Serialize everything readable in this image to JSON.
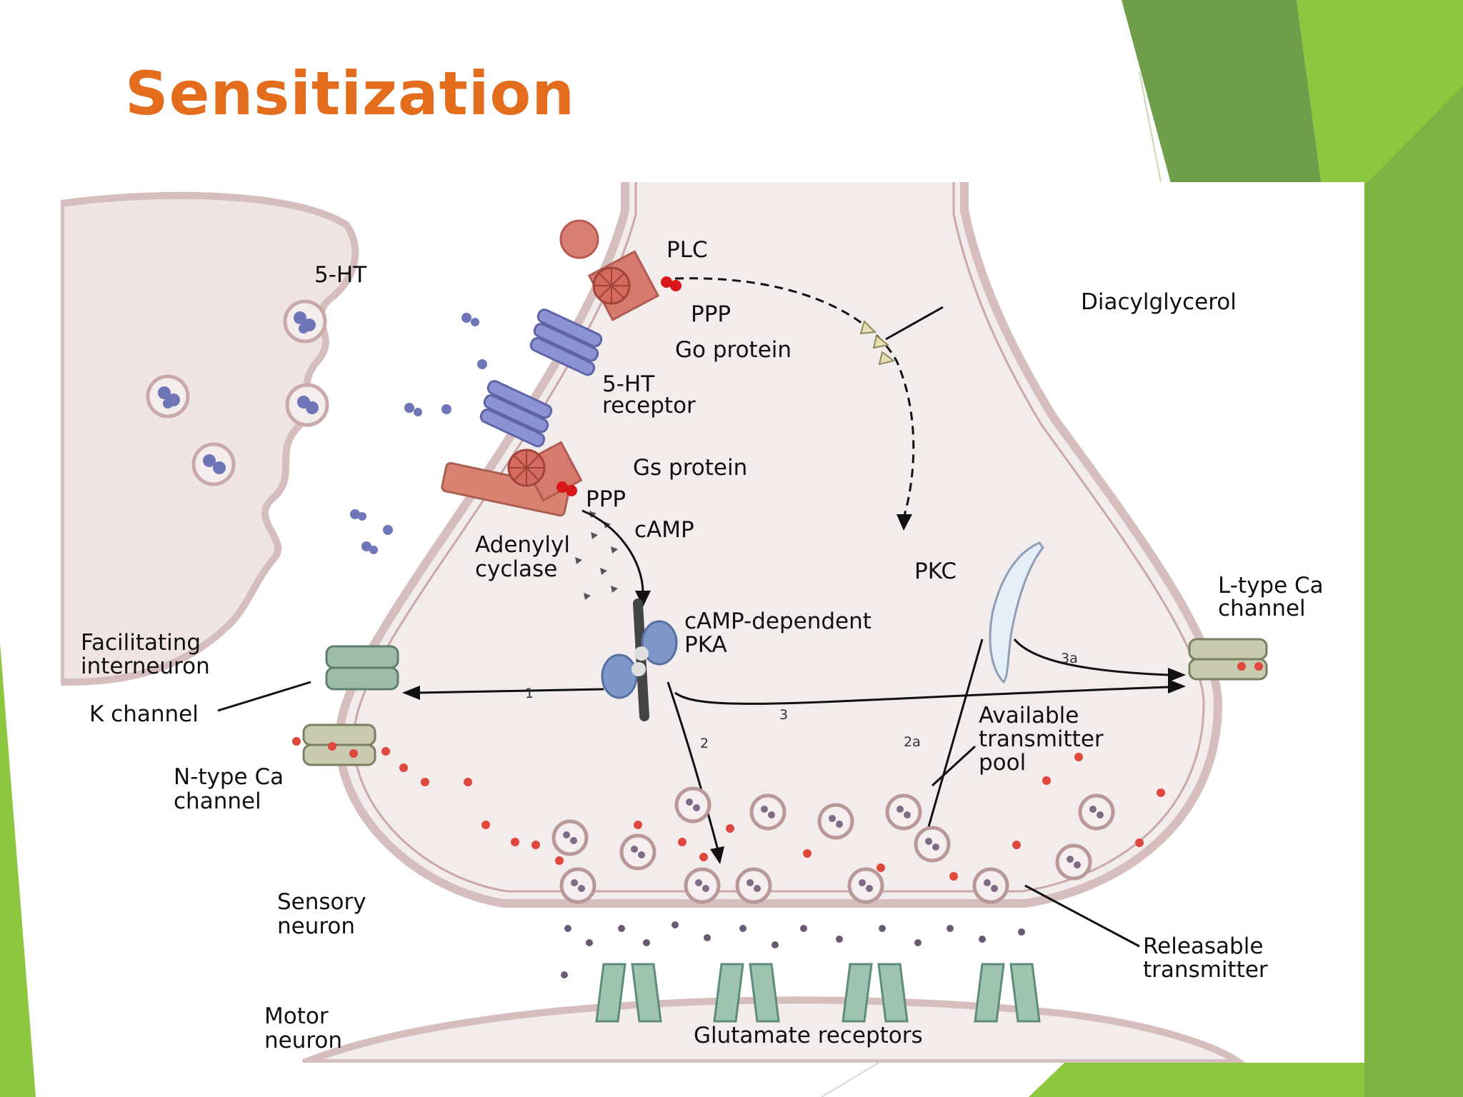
{
  "slide": {
    "title": "Sensitization",
    "accent_color": "#e36c1d",
    "decoration_colors": [
      "#8dc63f",
      "#6f9e4a",
      "#5a8a3a"
    ]
  },
  "diagram": {
    "labels": {
      "five_ht_top": "5-HT",
      "plc": "PLC",
      "ppp_top": "PPP",
      "go_protein": "Go protein",
      "five_ht_receptor": [
        "5-HT",
        "receptor"
      ],
      "diacylglycerol": "Diacylglycerol",
      "gs_protein": "Gs protein",
      "ppp_bottom": "PPP",
      "camp": "cAMP",
      "adenylyl_cyclase": [
        "Adenylyl",
        "cyclase"
      ],
      "pkc": "PKC",
      "l_type_ca_channel": [
        "L-type Ca",
        "channel"
      ],
      "camp_dependent_pka": [
        "cAMP-dependent",
        "PKA"
      ],
      "facilitating_interneuron": [
        "Facilitating",
        "interneuron"
      ],
      "k_channel": "K channel",
      "n_type_ca_channel": [
        "N-type Ca",
        "channel"
      ],
      "available_transmitter_pool": [
        "Available",
        "transmitter",
        "pool"
      ],
      "sensory_neuron": [
        "Sensory",
        "neuron"
      ],
      "motor_neuron": [
        "Motor",
        "neuron"
      ],
      "releasable_transmitter": [
        "Releasable",
        "transmitter"
      ],
      "glutamate_receptors": "Glutamate receptors"
    },
    "pathway_numbers": {
      "p1": "1",
      "p2": "2",
      "p2a": "2a",
      "p3": "3",
      "p3a": "3a"
    }
  }
}
